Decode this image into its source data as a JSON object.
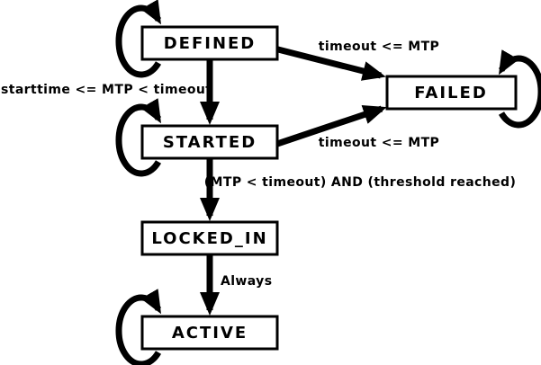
{
  "colors": {
    "ink": "#000000",
    "paper": "#ffffff",
    "state_fill": "#ffffff"
  },
  "states": {
    "defined": {
      "label": "DEFINED",
      "has_self_loop": true
    },
    "failed": {
      "label": "FAILED",
      "has_self_loop": true
    },
    "started": {
      "label": "STARTED",
      "has_self_loop": true
    },
    "locked_in": {
      "label": "LOCKED_IN",
      "has_self_loop": false
    },
    "active": {
      "label": "ACTIVE",
      "has_self_loop": true
    }
  },
  "transitions": {
    "defined_to_failed": {
      "from": "DEFINED",
      "to": "FAILED",
      "label": "timeout <= MTP"
    },
    "defined_to_started": {
      "from": "DEFINED",
      "to": "STARTED",
      "label": "starttime <= MTP < timeout"
    },
    "started_to_failed": {
      "from": "STARTED",
      "to": "FAILED",
      "label": "timeout <= MTP"
    },
    "started_to_locked_in": {
      "from": "STARTED",
      "to": "LOCKED_IN",
      "label": "(MTP < timeout) AND (threshold reached)"
    },
    "locked_in_to_active": {
      "from": "LOCKED_IN",
      "to": "ACTIVE",
      "label": "Always"
    },
    "defined_self": {
      "from": "DEFINED",
      "to": "DEFINED",
      "label": ""
    },
    "started_self": {
      "from": "STARTED",
      "to": "STARTED",
      "label": ""
    },
    "active_self": {
      "from": "ACTIVE",
      "to": "ACTIVE",
      "label": ""
    },
    "failed_self": {
      "from": "FAILED",
      "to": "FAILED",
      "label": ""
    }
  }
}
